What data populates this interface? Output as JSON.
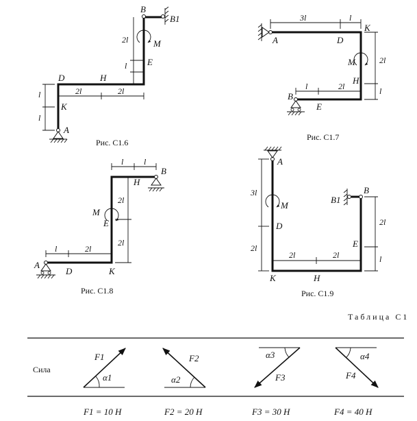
{
  "figures": [
    {
      "caption": "Рис. С1.6",
      "points": [
        "A",
        "K",
        "D",
        "H",
        "E",
        "B",
        "B1"
      ],
      "dims": [
        "l",
        "l",
        "2l",
        "2l",
        "l",
        "2l"
      ],
      "moment": "M"
    },
    {
      "caption": "Рис. С1.7",
      "points": [
        "A",
        "D",
        "K",
        "H",
        "E",
        "B"
      ],
      "dims": [
        "3l",
        "l",
        "2l",
        "l",
        "l",
        "2l"
      ],
      "moment": "M"
    },
    {
      "caption": "Рис. С1.8",
      "points": [
        "A",
        "D",
        "K",
        "E",
        "H",
        "B"
      ],
      "dims": [
        "l",
        "2l",
        "2l",
        "2l",
        "l",
        "l"
      ],
      "moment": "M"
    },
    {
      "caption": "Рис. С1.9",
      "points": [
        "A",
        "D",
        "K",
        "H",
        "E",
        "B",
        "B1"
      ],
      "dims": [
        "3l",
        "2l",
        "2l",
        "2l",
        "2l",
        "l"
      ],
      "moment": "M"
    }
  ],
  "table": {
    "title": "Таблица С1",
    "row_label": "Сила",
    "forces": [
      {
        "vector": "F1",
        "angle": "α1",
        "value": "F1 = 10 Н"
      },
      {
        "vector": "F2",
        "angle": "α2",
        "value": "F2 = 20 Н"
      },
      {
        "vector": "F3",
        "angle": "α3",
        "value": "F3 = 30 Н"
      },
      {
        "vector": "F4",
        "angle": "α4",
        "value": "F4 = 40 Н"
      }
    ]
  }
}
